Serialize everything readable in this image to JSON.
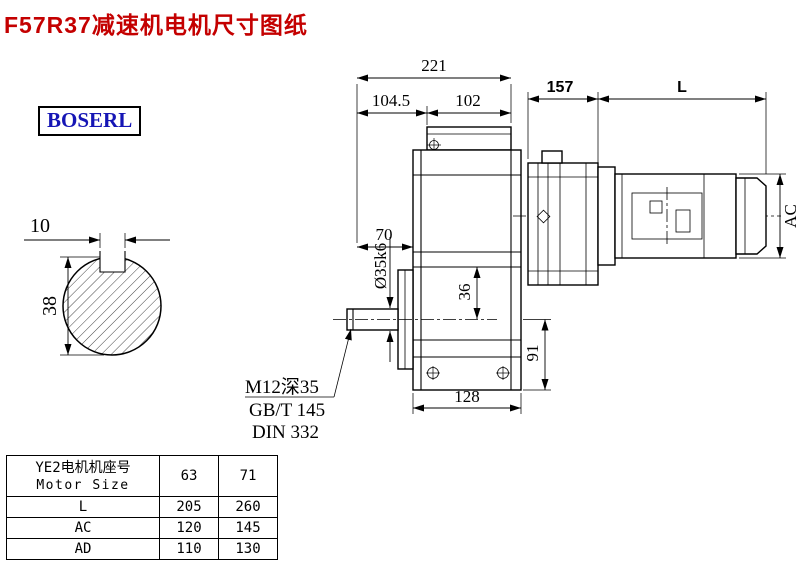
{
  "title": "F57R37减速机电机尺寸图纸",
  "brand": "BOSERL",
  "shaft_end": {
    "keyway_width": "10",
    "shaft_diameter": "38"
  },
  "gearbox_dims": {
    "total_width": "221",
    "width_left": "104.5",
    "width_right": "102",
    "shaft_length": "70",
    "shaft_dia": "Ø35k6",
    "center_height": "36",
    "base_height": "91",
    "base_width": "128",
    "tap_note": "M12深35",
    "std_note1": "GB/T 145",
    "std_note2": "DIN 332"
  },
  "motor_dims": {
    "flange_width": "157",
    "body_length": "L",
    "frame_dia": "AC"
  },
  "table": {
    "header_cn": "YE2电机机座号",
    "header_en": "Motor Size",
    "sizes": [
      "63",
      "71"
    ],
    "rows": [
      {
        "label": "L",
        "v0": "205",
        "v1": "260"
      },
      {
        "label": "AC",
        "v0": "120",
        "v1": "145"
      },
      {
        "label": "AD",
        "v0": "110",
        "v1": "130"
      }
    ]
  }
}
